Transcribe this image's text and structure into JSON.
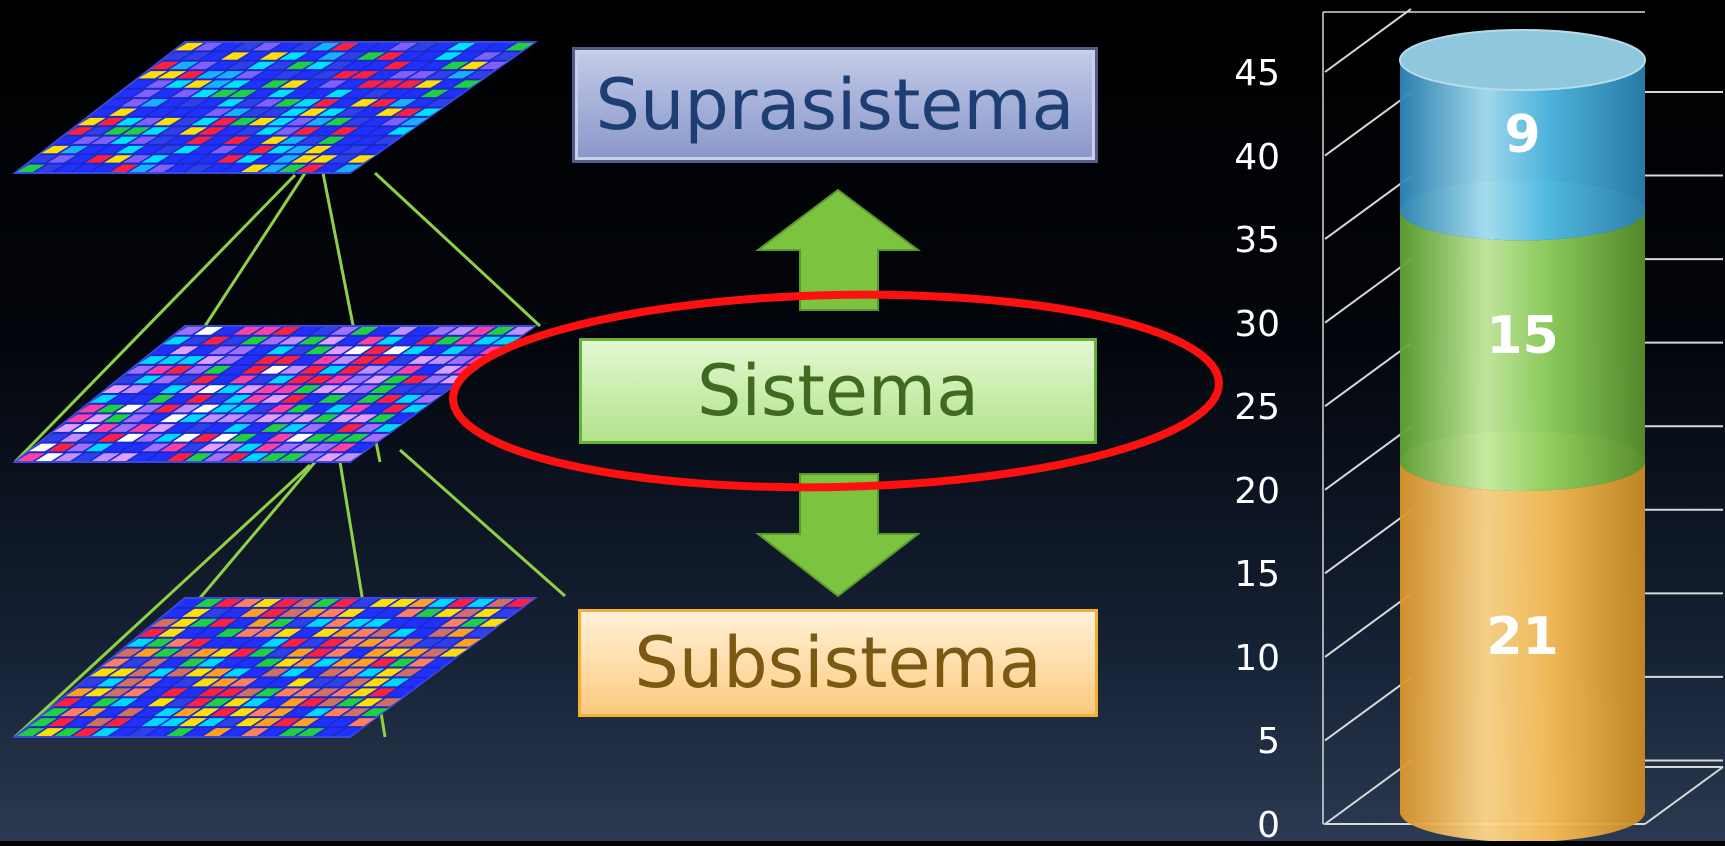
{
  "diagram": {
    "top_box": "Suprasistema",
    "middle_box": "Sistema",
    "bottom_box": "Subsistema"
  },
  "colors": {
    "arrow": "#7cc43f",
    "ellipse": "#ff1010",
    "connector": "#8fd046",
    "grid_border": "#1a2ac8"
  },
  "chart_data": {
    "type": "bar",
    "stacked": true,
    "ylim": [
      0,
      45
    ],
    "yticks": [
      0,
      5,
      10,
      15,
      20,
      25,
      30,
      35,
      40,
      45
    ],
    "categories": [
      ""
    ],
    "series": [
      {
        "values": [
          21
        ],
        "color": "#fbbf54"
      },
      {
        "values": [
          15
        ],
        "color": "#8fd35a"
      },
      {
        "values": [
          9
        ],
        "color": "#4fbbe6"
      }
    ]
  }
}
